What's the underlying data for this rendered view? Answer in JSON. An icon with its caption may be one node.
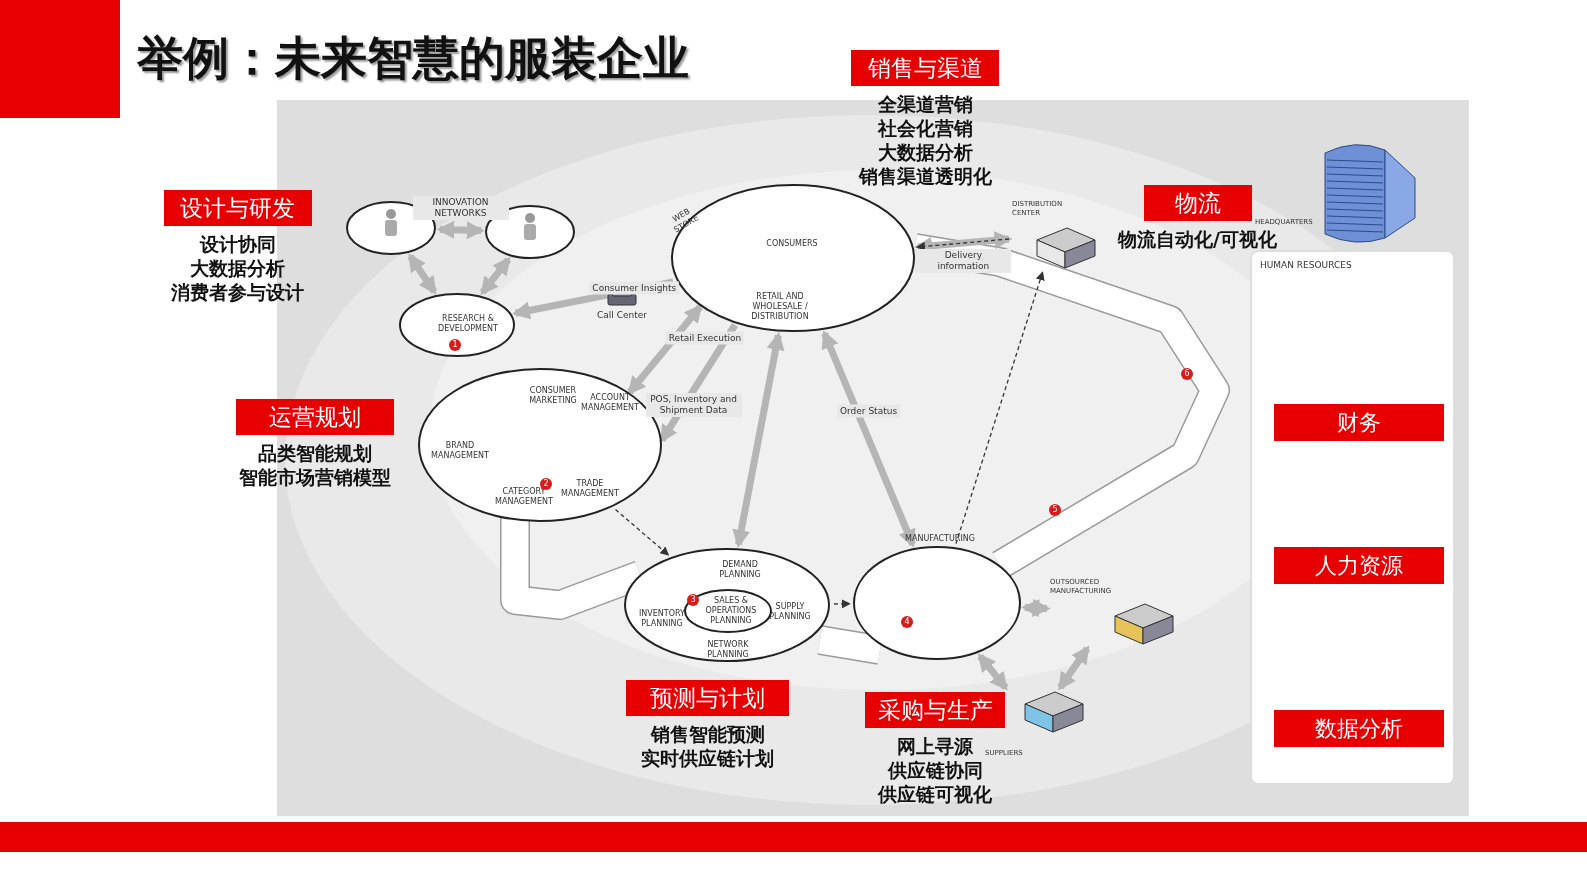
{
  "diagram": {
    "title": "举例：未来智慧的服装企业",
    "nodes": [
      {
        "text": [
          "设计与研发",
          "设计协同",
          "大数据分析",
          "消费者参与设计"
        ]
      },
      {
        "text": [
          "销售与渠道",
          "全渠道营销",
          "社会化营销",
          "大数据分析",
          "销售渠道透明化"
        ]
      },
      {
        "text": [
          "物流",
          "物流自动化/可视化"
        ]
      },
      {
        "text": [
          "运营规划",
          "品类智能规划",
          "智能市场营销模型"
        ]
      },
      {
        "text": [
          "预测与计划",
          "销售智能预测",
          "实时供应链计划"
        ]
      },
      {
        "text": [
          "采购与生产",
          "网上寻源",
          "供应链协同",
          "供应链可视化"
        ]
      },
      {
        "text": [],
        "shape": "circle"
      },
      {
        "text": [],
        "shape": "circle"
      },
      {
        "text": [
          "RESEARCH & DEVELOPMENT",
          "1"
        ]
      },
      {
        "text": [
          "CONSUMERS",
          "RETAIL AND WHOLESALE / DISTRIBUTION"
        ]
      },
      {
        "text": [
          "Call Center"
        ]
      },
      {
        "text": [
          "CONSUMER MARKETING",
          "ACCOUNT MANAGEMENT",
          "BRAND MANAGEMENT",
          "CATEGORY MANAGEMENT",
          "2",
          "TRADE MANAGEMENT"
        ]
      },
      {
        "text": [
          "DEMAND PLANNING",
          "SUPPLY PLANNING",
          "NETWORK PLANNING",
          "INVENTORY PLANNING"
        ]
      },
      {
        "text": [
          "3",
          "SALES & OPERATIONS PLANNING"
        ],
        "in": 12
      },
      {
        "text": [
          "MANUFACTURING",
          "4"
        ]
      },
      {
        "text": [
          "OUTSOURCED MANUFACTURING"
        ]
      },
      {
        "text": [
          "SUPPLIERS"
        ]
      },
      {
        "text": [
          "DISTRIBUTION CENTER"
        ]
      },
      {
        "text": [
          "HEADQUARTERS"
        ]
      },
      {
        "text": [
          "HUMAN RESOURCES"
        ]
      },
      {
        "text": [
          "财务"
        ],
        "in": 19
      },
      {
        "text": [
          "人力资源"
        ],
        "in": 19
      },
      {
        "text": [
          "数据分析"
        ],
        "in": 19
      }
    ],
    "edges": [
      {
        "from": 6,
        "to": 7,
        "arrow": "both",
        "label": "INNOVATION NETWORKS"
      },
      {
        "from": 6,
        "to": 8,
        "arrow": "both"
      },
      {
        "from": 7,
        "to": 8,
        "arrow": "both"
      },
      {
        "from": 9,
        "to": 8,
        "arrow": "to",
        "label": "Consumer Insights"
      },
      {
        "from": 11,
        "to": 9,
        "arrow": "both",
        "label": "Retail Execution"
      },
      {
        "from": 9,
        "to": 11,
        "arrow": "to",
        "label": "POS, Inventory and Shipment Data"
      },
      {
        "from": 12,
        "to": 9,
        "arrow": "both"
      },
      {
        "from": 9,
        "to": 17,
        "arrow": "both",
        "label": "Delivery information"
      },
      {
        "from": 9,
        "to": 14,
        "arrow": "both",
        "label": "Order Status"
      },
      {
        "from": 11,
        "to": 12,
        "arrow": "to",
        "style": "dashed",
        "color": "#333333"
      },
      {
        "from": 12,
        "to": 14,
        "arrow": "to",
        "style": "dashed",
        "color": "#333333"
      },
      {
        "from": 14,
        "to": 17,
        "arrow": "to",
        "style": "dashed",
        "color": "#333333"
      },
      {
        "from": 17,
        "to": 9,
        "arrow": "to",
        "style": "dashed",
        "color": "#333333"
      },
      {
        "from": 14,
        "to": 15,
        "arrow": "both"
      },
      {
        "from": 14,
        "to": 16,
        "arrow": "both"
      },
      {
        "from": 16,
        "to": 15,
        "arrow": "both"
      }
    ],
    "labels": [
      "WEB STORE",
      "5",
      "6"
    ]
  }
}
